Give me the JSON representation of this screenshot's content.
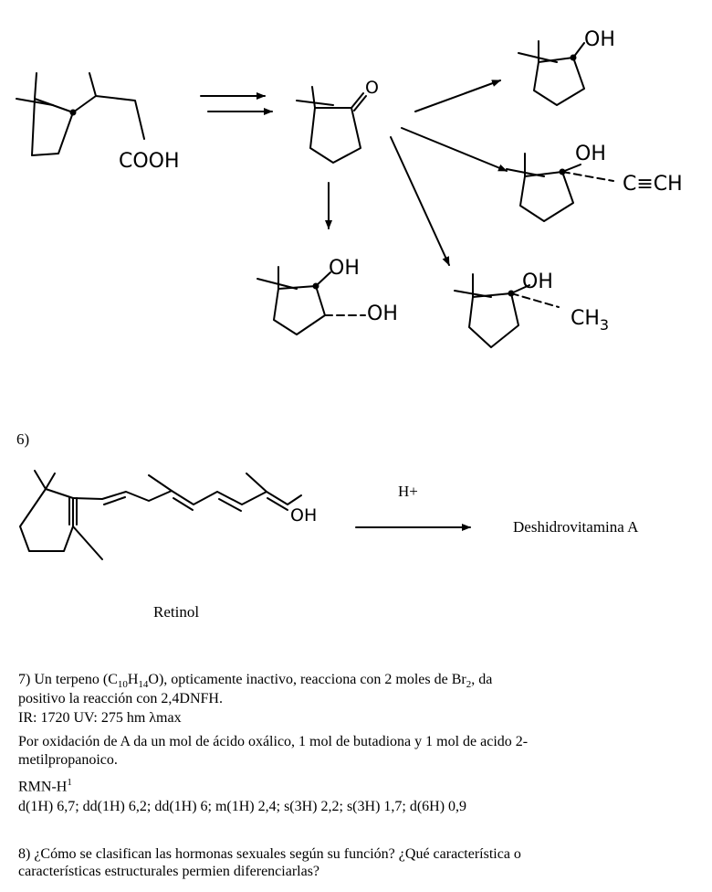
{
  "scheme_top": {
    "cooh": "COOH",
    "ketone_o": "O",
    "oh": "OH",
    "ethynyl": "C≡CH",
    "methyl": "CH",
    "methyl_sub": "3"
  },
  "q6": {
    "number": "6)",
    "oh": "OH",
    "reagent": "H+",
    "product": "Deshidrovitamina A",
    "name": "Retinol"
  },
  "q7": {
    "line1_a": "7) Un terpeno (C",
    "line1_sub1": "10",
    "line1_b": "H",
    "line1_sub2": "14",
    "line1_c": "O), opticamente inactivo, reacciona con 2 moles de Br",
    "line1_sub3": "2",
    "line1_d": ", da",
    "line2": "positivo la reacción con 2,4DNFH.",
    "line3": "IR: 1720     UV:  275 hm λmax",
    "line4": "Por oxidación de A da un mol de ácido oxálico, 1 mol de butadiona y 1 mol de acido 2-",
    "line5": "metilpropanoico.",
    "line6_a": "RMN-H",
    "line6_sup": "1",
    "line7": "d(1H) 6,7; dd(1H) 6,2; dd(1H) 6; m(1H) 2,4; s(3H) 2,2; s(3H) 1,7; d(6H) 0,9"
  },
  "q8": {
    "line1": "8) ¿Cómo se clasifican las hormonas sexuales según su función? ¿Qué característica o",
    "line2": "características estructurales permien diferenciarlas?"
  }
}
